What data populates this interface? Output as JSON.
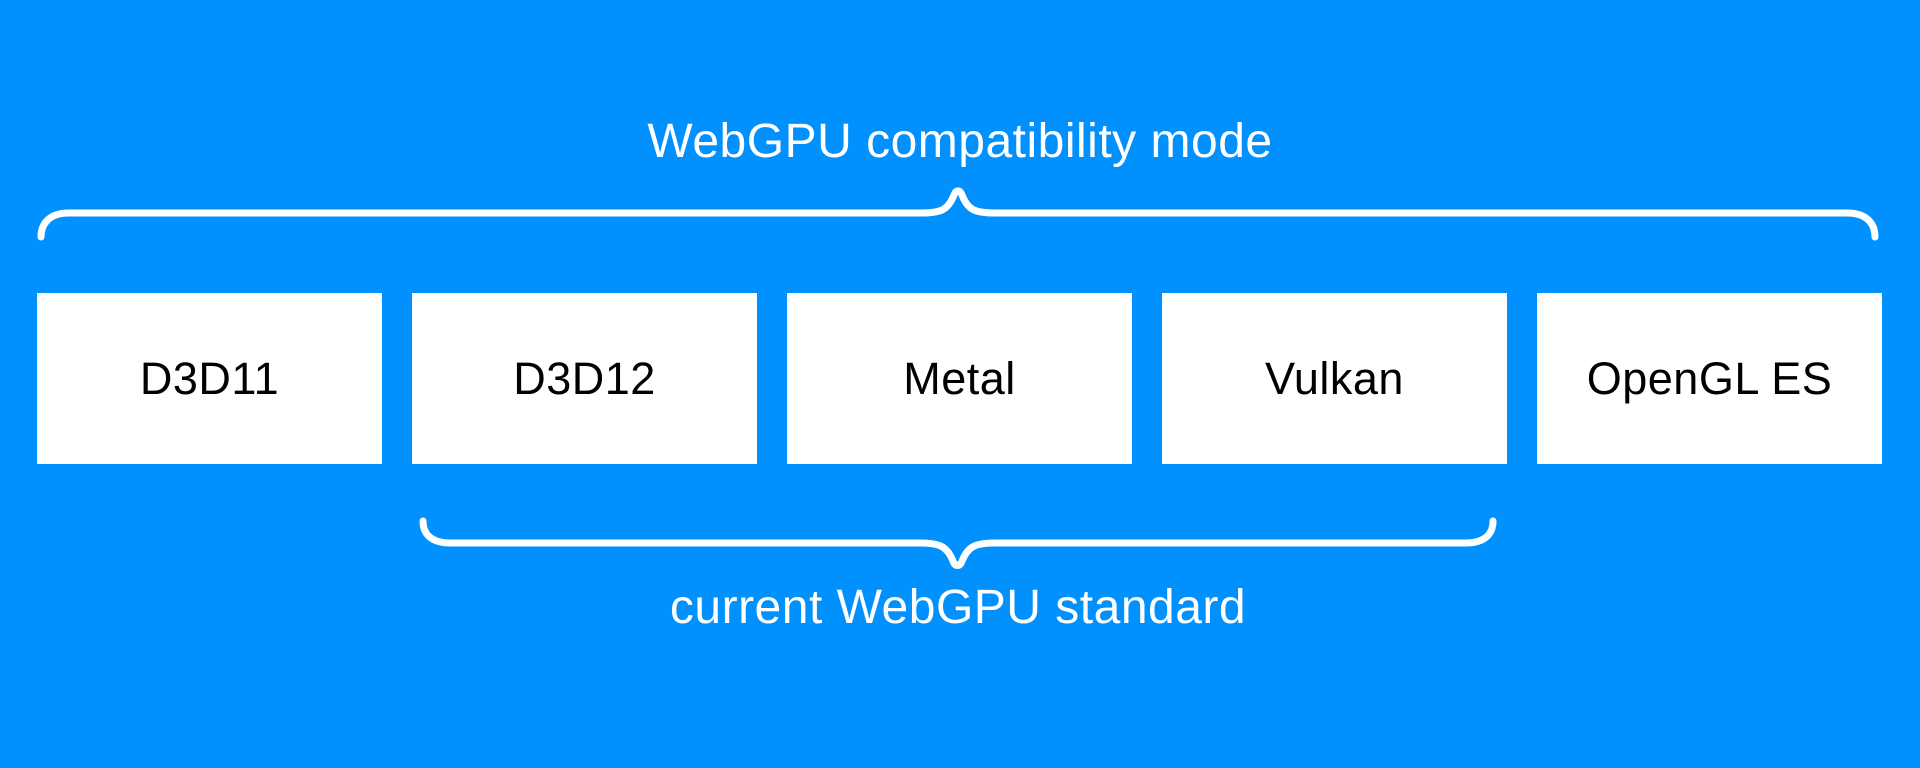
{
  "colors": {
    "background": "#0191FF",
    "label_text": "#FFFFFF",
    "brace": "#FFFFFF",
    "box_background": "#FFFFFF",
    "box_text": "#000000"
  },
  "top_group": {
    "label": "WebGPU compatibility mode"
  },
  "bottom_group": {
    "label": "current WebGPU standard"
  },
  "apis": [
    {
      "label": "D3D11"
    },
    {
      "label": "D3D12"
    },
    {
      "label": "Metal"
    },
    {
      "label": "Vulkan"
    },
    {
      "label": "OpenGL ES"
    }
  ]
}
